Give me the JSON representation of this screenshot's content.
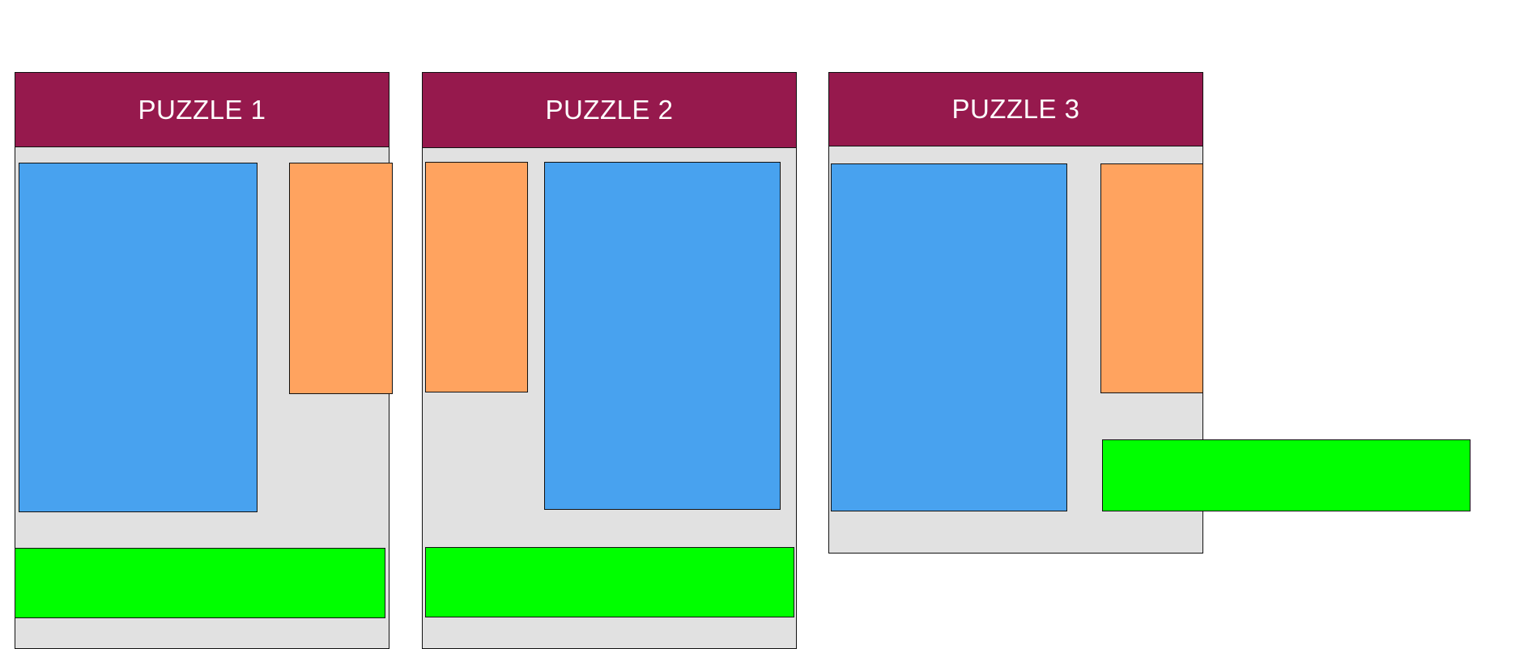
{
  "colors": {
    "header": "#96194D",
    "panel": "#E1E1E1",
    "blue": "#48A2EF",
    "orange": "#FFA35F",
    "green": "#00FF00",
    "stroke": "#111111",
    "text": "#FFFFFF"
  },
  "puzzles": [
    {
      "title": "PUZZLE 1"
    },
    {
      "title": "PUZZLE 2"
    },
    {
      "title": "PUZZLE 3"
    }
  ]
}
